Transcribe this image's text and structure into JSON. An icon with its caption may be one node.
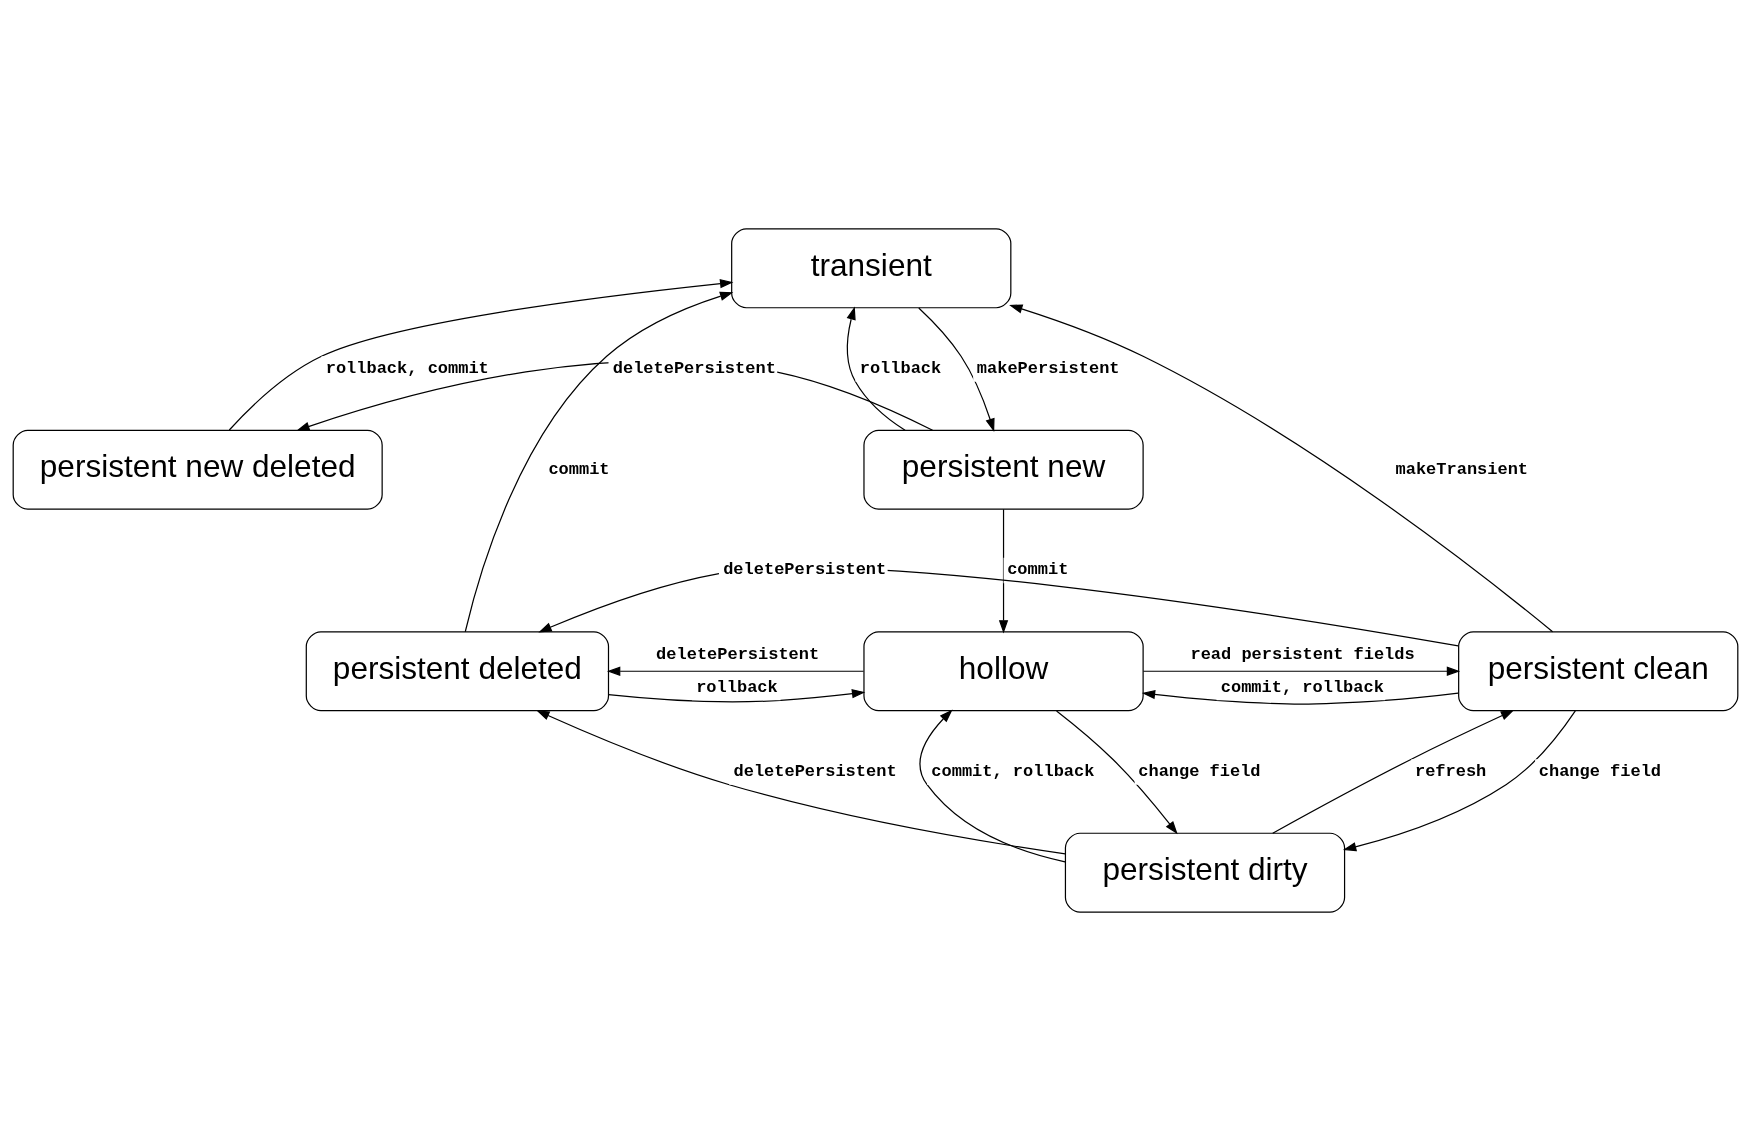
{
  "diagram": {
    "nodes": [
      {
        "text": [
          "transient"
        ]
      },
      {
        "text": [
          "persistent new deleted"
        ]
      },
      {
        "text": [
          "persistent new"
        ]
      },
      {
        "text": [
          "persistent deleted"
        ]
      },
      {
        "text": [
          "hollow"
        ]
      },
      {
        "text": [
          "persistent clean"
        ]
      },
      {
        "text": [
          "persistent dirty"
        ]
      }
    ],
    "edges": [
      {
        "from": 3,
        "to": 0,
        "arrow": "to",
        "label": "commit"
      },
      {
        "from": 1,
        "to": 0,
        "arrow": "to",
        "label": "rollback, commit"
      },
      {
        "from": 2,
        "to": 0,
        "arrow": "to",
        "label": "rollback"
      },
      {
        "from": 0,
        "to": 2,
        "arrow": "to",
        "label": "makePersistent"
      },
      {
        "from": 2,
        "to": 1,
        "arrow": "to",
        "label": "deletePersistent"
      },
      {
        "from": 2,
        "to": 4,
        "arrow": "to",
        "label": "commit"
      },
      {
        "from": 5,
        "to": 0,
        "arrow": "to",
        "label": "makeTransient"
      },
      {
        "from": 3,
        "to": 4,
        "arrow": "to",
        "label": "rollback"
      },
      {
        "from": 4,
        "to": 3,
        "arrow": "to",
        "label": "deletePersistent"
      },
      {
        "from": 4,
        "to": 5,
        "arrow": "to",
        "label": "read persistent fields"
      },
      {
        "from": 5,
        "to": 4,
        "arrow": "to",
        "label": "commit, rollback"
      },
      {
        "from": 6,
        "to": 4,
        "arrow": "to",
        "label": "commit, rollback"
      },
      {
        "from": 4,
        "to": 6,
        "arrow": "to",
        "label": "change field"
      },
      {
        "from": 6,
        "to": 3,
        "arrow": "to",
        "label": "deletePersistent"
      },
      {
        "from": 6,
        "to": 5,
        "arrow": "to",
        "label": "refresh"
      },
      {
        "from": 5,
        "to": 6,
        "arrow": "to",
        "label": "change field"
      },
      {
        "from": 5,
        "to": 3,
        "arrow": "to",
        "label": "deletePersistent"
      }
    ]
  }
}
